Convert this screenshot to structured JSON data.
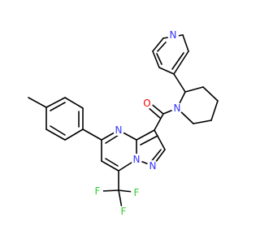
{
  "colors": {
    "background": "#ffffff",
    "bond": "#000000",
    "nitrogen": "#3333ff",
    "oxygen": "#ff0000",
    "fluorine": "#33cc33"
  },
  "atom_labels": {
    "n_pyridine": "N",
    "n_pyrimidine": "N",
    "n_piperidine": "N",
    "n_pyrazole_a": "N",
    "n_pyrazole_b": "N",
    "o_carbonyl": "O",
    "f_top": "F",
    "f_left": "F",
    "f_right": "F"
  }
}
